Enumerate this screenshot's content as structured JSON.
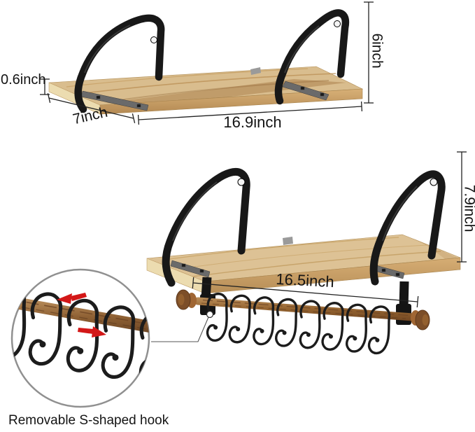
{
  "scene": {
    "caption": "Removable S-shaped hook"
  },
  "dimensions": {
    "small_shelf": {
      "thickness": "0.6inch",
      "depth": "7inch",
      "width": "16.9inch",
      "height": "6inch"
    },
    "large_shelf": {
      "height": "7.9inch",
      "rail_width": "16.5inch"
    }
  },
  "counts": {
    "rail_hooks": 8,
    "detail_hooks": 5
  },
  "colors": {
    "wood_light": "#d9bd8e",
    "wood_dark_band": "#a1733e",
    "metal_black": "#1a1a1a",
    "rod_brown": "#8a5a2e",
    "arrow_red": "#d31717",
    "dimension_line": "#222222",
    "magnifier_ring": "#909090",
    "background": "#ffffff"
  }
}
